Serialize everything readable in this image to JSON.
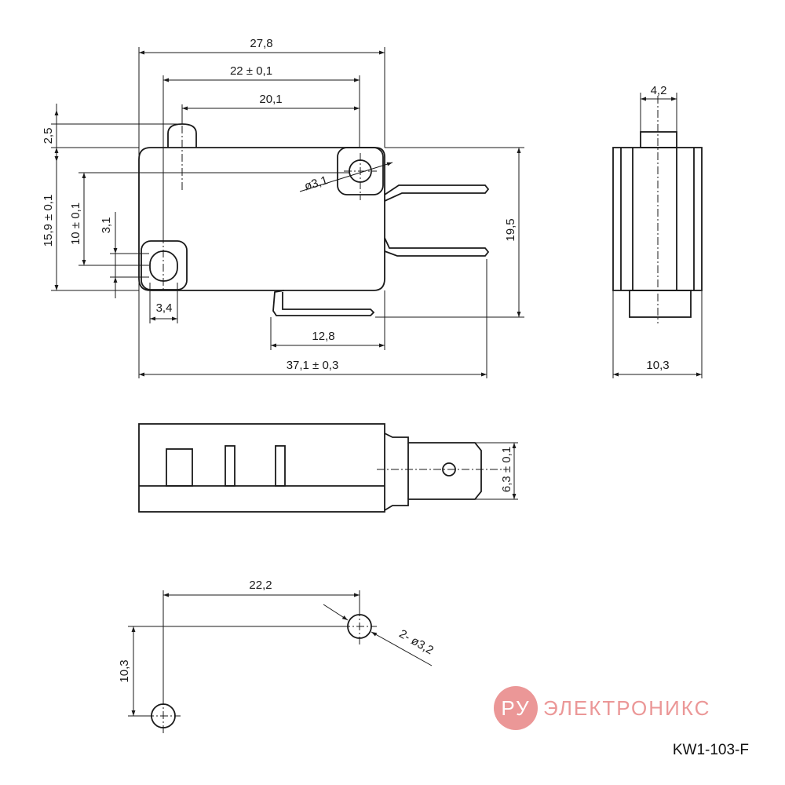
{
  "drawing": {
    "part_number": "KW1-103-F",
    "logo": {
      "badge": "РУ",
      "word": "ЭЛЕКТРОНИКС",
      "color": "#e88585"
    },
    "stroke_color": "#1a1a1a",
    "front_view": {
      "overall_width": "27,8",
      "hole_spacing": "22 ± 0,1",
      "actuator_to_hole": "20,1",
      "actuator_height": "2,5",
      "body_height": "15,9 ± 0,1",
      "hole_vertical_offset": "10 ± 0,1",
      "hole_slot": "3,1",
      "hole_diameter": "ø3,1",
      "slot_width": "3,4",
      "terminal_span": "19,5",
      "terminal_offset": "12,8",
      "total_length": "37,1 ± 0,3"
    },
    "side_view": {
      "actuator_width": "4,2",
      "body_thickness": "10,3"
    },
    "bottom_view": {
      "terminal_width": "6,3 ± 0,1"
    },
    "hole_pattern": {
      "horizontal": "22,2",
      "vertical": "10,3",
      "holes": "2- ø3,2"
    }
  }
}
